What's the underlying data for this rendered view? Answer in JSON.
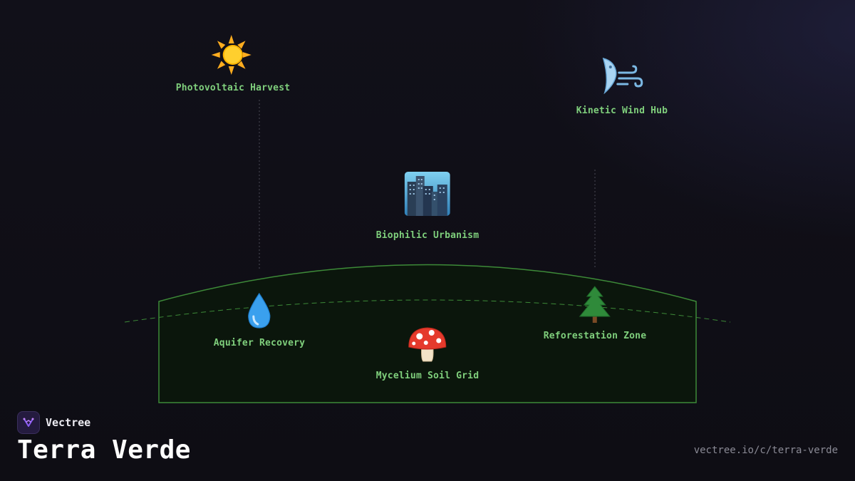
{
  "diagram": {
    "nodes": [
      {
        "id": "photovoltaic-harvest",
        "label": "Photovoltaic Harvest",
        "icon": "sun-icon"
      },
      {
        "id": "kinetic-wind-hub",
        "label": "Kinetic Wind Hub",
        "icon": "wind-face-icon"
      },
      {
        "id": "biophilic-urbanism",
        "label": "Biophilic Urbanism",
        "icon": "cityscape-icon"
      },
      {
        "id": "aquifer-recovery",
        "label": "Aquifer Recovery",
        "icon": "water-drop-icon"
      },
      {
        "id": "reforestation-zone",
        "label": "Reforestation Zone",
        "icon": "evergreen-tree-icon"
      },
      {
        "id": "mycelium-soil-grid",
        "label": "Mycelium Soil Grid",
        "icon": "mushroom-icon"
      }
    ],
    "colors": {
      "label": "#7fcf7c",
      "ground_stroke": "#3d8a38",
      "ground_fill": "#0b160c",
      "connector": "#4a4a55"
    }
  },
  "brand": {
    "name": "Vectree",
    "logo_icon": "vectree-logo-icon",
    "accent": "#8b5cf6"
  },
  "footer": {
    "title": "Terra Verde",
    "url": "vectree.io/c/terra-verde"
  }
}
